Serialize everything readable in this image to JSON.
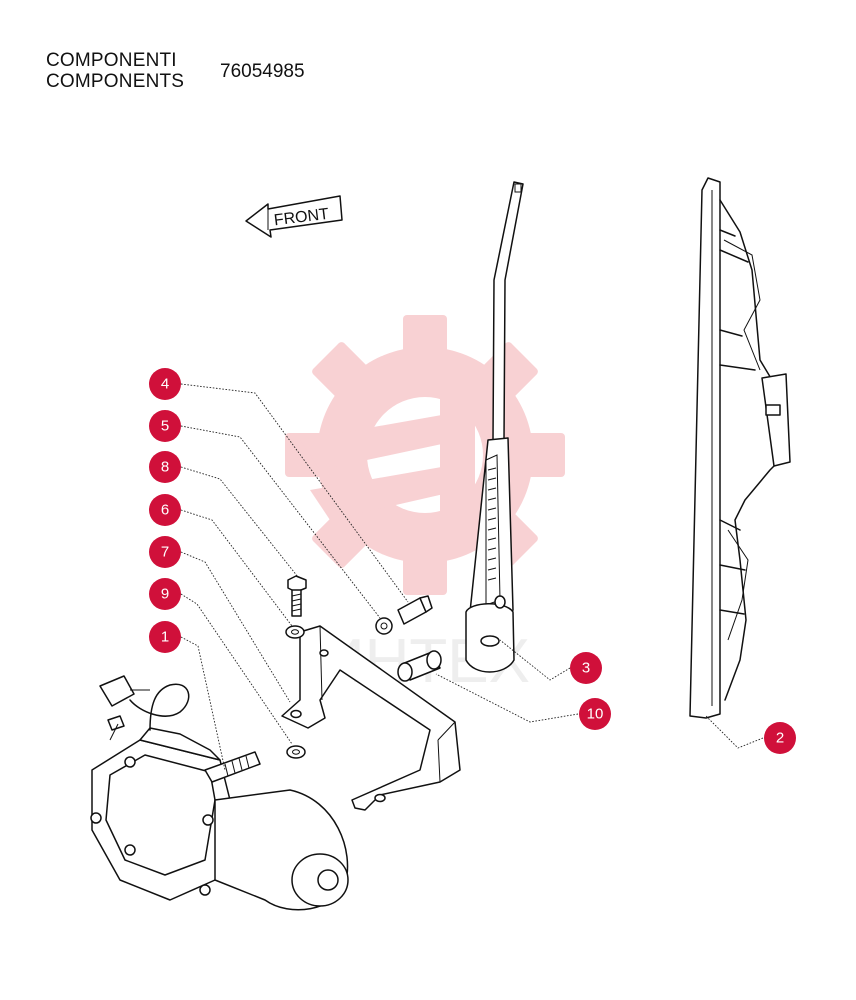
{
  "header": {
    "title_it": "COMPONENTI",
    "title_en": "COMPONENTS",
    "part_number": "76054985"
  },
  "front_label": "FRONT",
  "watermark_text": "ИНТЕХ",
  "callouts": [
    {
      "id": "4",
      "label": "4"
    },
    {
      "id": "5",
      "label": "5"
    },
    {
      "id": "8",
      "label": "8"
    },
    {
      "id": "6",
      "label": "6"
    },
    {
      "id": "7",
      "label": "7"
    },
    {
      "id": "9",
      "label": "9"
    },
    {
      "id": "1",
      "label": "1"
    },
    {
      "id": "3",
      "label": "3"
    },
    {
      "id": "10",
      "label": "10"
    },
    {
      "id": "2",
      "label": "2"
    }
  ],
  "colors": {
    "callout": "#d0103a",
    "watermark": "#f7c9cc"
  }
}
